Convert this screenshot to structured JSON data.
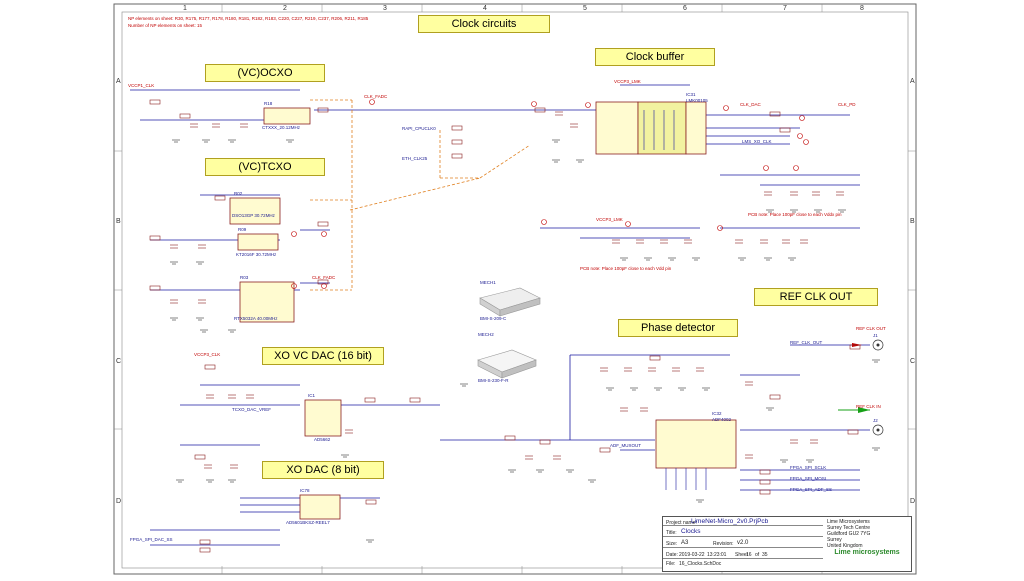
{
  "notes": {
    "np_elements": "NP elements on sheet: R30, R175, R177, R178, R180, R181, R182, R183, C220, C227, R219, C237, R206, R211, R185",
    "np_count": "Number of NP elements on sheet: 15",
    "pcb_note_1": "PCB note: Place 100pF close to each Vddx pin",
    "pcb_note_2": "PCB note: Place 100pF close to each Vdd pin"
  },
  "sections": {
    "clock_circuits": "Clock circuits",
    "clock_buffer": "Clock buffer",
    "vcocxo": "(VC)OCXO",
    "vctcxo": "(VC)TCXO",
    "xo_vc_dac": "XO VC DAC (16 bit)",
    "xo_dac": "XO DAC (8 bit)",
    "ref_clk_out": "REF CLK OUT",
    "phase_detector": "Phase detector"
  },
  "components": {
    "u_ocxo": "R18",
    "u_ocxo_part": "CTXXX_20.12MHz",
    "u_vctcxo1": "R02",
    "u_vctcxo1_part": "DSO13GP 30.72MHz",
    "u_vctcxo2": "R09",
    "u_vctcxo2_part": "KT2016F 30.72MHz",
    "u_vctcxo3": "R03",
    "u_vctcxo3_part": "RTX5032A 40.00MHz",
    "u_buffer": "IC31",
    "u_buffer_part": "LMK00105",
    "u_pd": "IC32",
    "u_pd_part": "ADF4002",
    "u_dac16": "IC1",
    "u_dac16_part": "AD5662",
    "u_dac8": "IC78",
    "u_dac8_part": "AD5601BKSZ-REEL7",
    "relay1": "MECH1",
    "relay1_part": "BMI-S-209-C",
    "relay2": "MECH2",
    "relay2_part": "BMI-S-230-F-R",
    "ref_out_conn": "J1",
    "ref_in_conn": "J2"
  },
  "nets": {
    "vccp1_clk": "VCCP1_CLK",
    "vccp3_clk": "VCCP3_CLK",
    "vccp3_lmk": "VCCP3_LMK",
    "clk_fadc": "CLK_FADC",
    "clk_fadc_b": "CLK_FADC",
    "ref_clk_out": "REF_CLK_OUT",
    "ref_clk_in": "REF CLK IN",
    "ref_clk_out_label": "REF CLK OUT",
    "clk_dac": "CLK_DAC",
    "clk_pd": "CLK_PD",
    "fpga_spi_sclk": "FPGA_SPI_SCLK",
    "fpga_spi_mosi": "FPGA_SPI_MOSI",
    "fpga_spi_adf_ss": "FPGA_SPI_ADF_SS",
    "fpga_spi_dac_ss": "FPGA_SPI_DAC_SS",
    "tcxo_dac_vref": "TCXO_DAC_VREF",
    "adf_muxout": "ADF_MUXOUT",
    "lms_xo_clk": "LMS_XO_CLK",
    "rapi_cpuclk0": "RAPI_CPUCLK0",
    "eth_clk25": "ETH_CLK25"
  },
  "title_block": {
    "project_label": "Project name:",
    "project": "LimeNet-Micro_2v0.PrjPcb",
    "title_label": "Title:",
    "title": "Clocks",
    "size_label": "Size:",
    "size": "A3",
    "revision_label": "Revision:",
    "revision": "v2.0",
    "date_label": "Date:",
    "date": "2019-03-22",
    "time": "13:23:01",
    "sheet_label": "Sheet",
    "sheet": "16",
    "of_label": "of",
    "of": "35",
    "file_label": "File:",
    "file": "16_Clocks.SchDoc",
    "company1": "Lime Microsystems",
    "company2": "Surrey Tech Centre",
    "company3": "Guildford GU2 7YG",
    "company4": "Surrey",
    "company5": "United Kingdom",
    "logo": "Lime microsystems"
  },
  "frame": {
    "cols": [
      "1",
      "2",
      "3",
      "4",
      "5",
      "6",
      "7",
      "8"
    ],
    "rows": [
      "A",
      "B",
      "C",
      "D"
    ]
  }
}
